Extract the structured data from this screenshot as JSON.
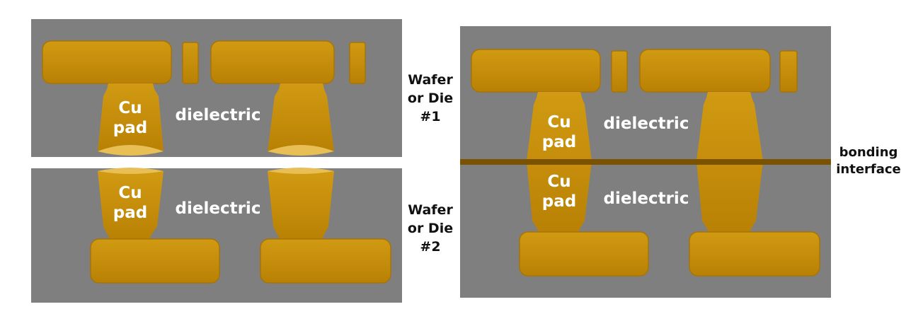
{
  "colors": {
    "dielectric": "#7f7f7f",
    "copper": "#c88f07",
    "copper_highlight": "#e0a82a",
    "interface_line": "#7a5200",
    "gap": "#ffffff",
    "label_text": "#ffffff",
    "side_text": "#111111"
  },
  "before_bonding": {
    "top_cu_label": [
      "Cu",
      "pad"
    ],
    "top_dielectric_label": "dielectric",
    "bottom_cu_label": [
      "Cu",
      "pad"
    ],
    "bottom_dielectric_label": "dielectric"
  },
  "after_bonding": {
    "top_cu_label": [
      "Cu",
      "pad"
    ],
    "top_dielectric_label": "dielectric",
    "bottom_cu_label": [
      "Cu",
      "pad"
    ],
    "bottom_dielectric_label": "dielectric"
  },
  "side_labels": {
    "wafer1": [
      "Wafer",
      "or Die",
      "#1"
    ],
    "wafer2": [
      "Wafer",
      "or Die",
      "#2"
    ],
    "bonding_interface": [
      "bonding",
      "interface"
    ]
  }
}
